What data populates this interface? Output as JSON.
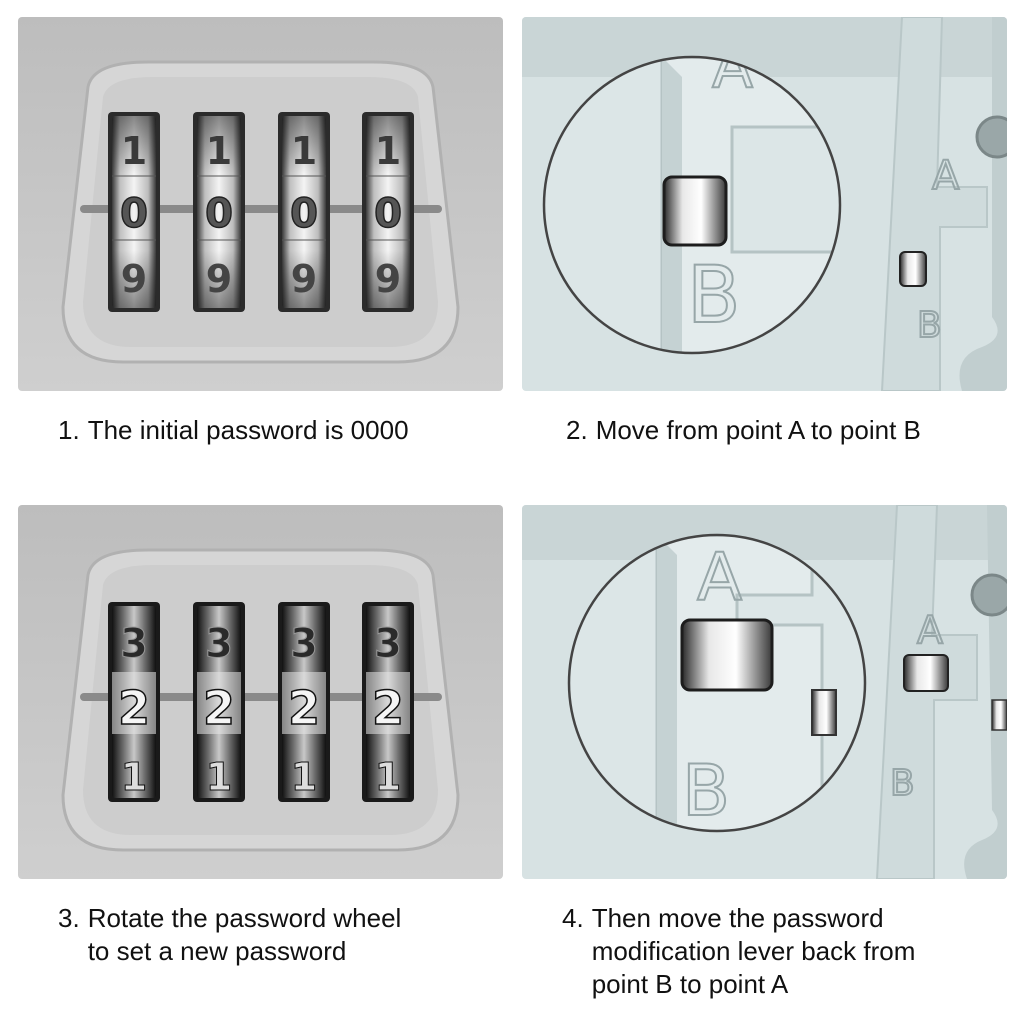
{
  "steps": [
    {
      "number": "1.",
      "text": "The initial password is 0000",
      "wheel": {
        "top": "1",
        "middle": "0",
        "bottom": "9"
      }
    },
    {
      "number": "2.",
      "text": "Move from point A to point B",
      "labels": {
        "a": "A",
        "b": "B"
      }
    },
    {
      "number": "3.",
      "text": "Rotate the password wheel\nto set a new password",
      "wheel": {
        "top": "3",
        "middle": "2",
        "bottom": "1"
      }
    },
    {
      "number": "4.",
      "text": "Then move the password\nmodification lever back from\npoint B to point A",
      "labels": {
        "a": "A",
        "b": "B"
      }
    }
  ],
  "colors": {
    "lock_body": "#c4c4c4",
    "lever_panel": "#d9e3e4",
    "wheel_dark": "#2a2a2a",
    "caption_text": "#111111"
  }
}
